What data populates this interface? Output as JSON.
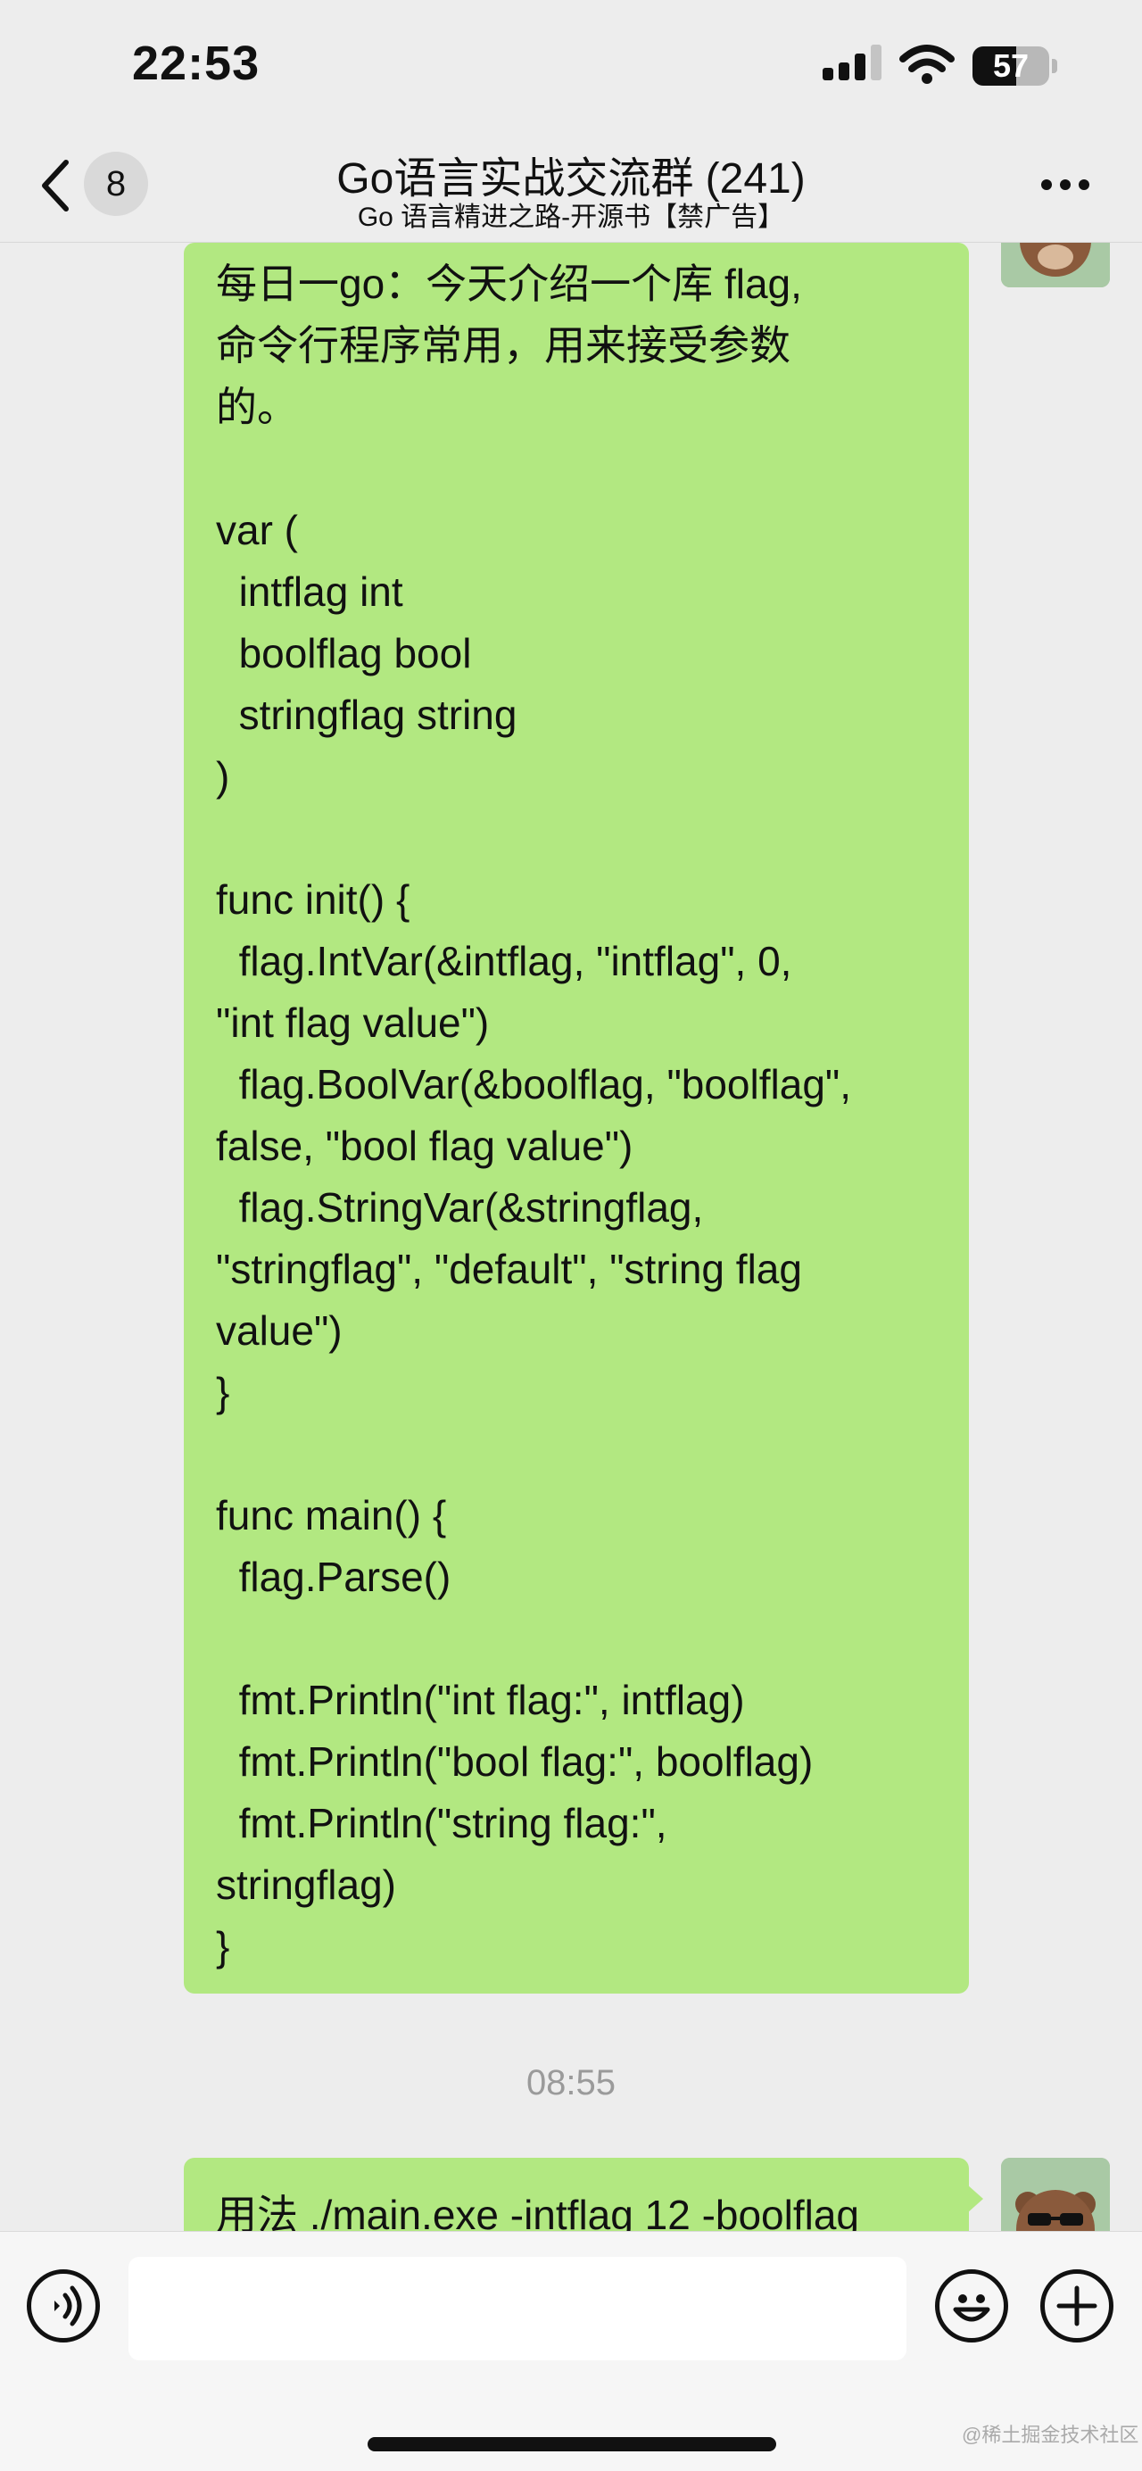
{
  "status_bar": {
    "time": "22:53",
    "battery_level": "57",
    "battery_fraction": 0.57,
    "icons": [
      "cellular-signal-icon",
      "wifi-icon",
      "battery-icon"
    ]
  },
  "nav": {
    "back_icon": "chevron-left-icon",
    "unread_count": "8",
    "title": "Go语言实战交流群 (241)",
    "subtitle": "Go 语言精进之路-开源书【禁广告】",
    "more_icon": "more-dots-icon"
  },
  "messages": [
    {
      "text": "每日一go：今天介绍一个库 flag,\n命令行程序常用，用来接受参数\n的。\n\nvar (\n  intflag int\n  boolflag bool\n  stringflag string\n)\n\nfunc init() {\n  flag.IntVar(&intflag, \"intflag\", 0,\n\"int flag value\")\n  flag.BoolVar(&boolflag, \"boolflag\",\nfalse, \"bool flag value\")\n  flag.StringVar(&stringflag,\n\"stringflag\", \"default\", \"string flag\nvalue\")\n}\n\nfunc main() {\n  flag.Parse()\n\n  fmt.Println(\"int flag:\", intflag)\n  fmt.Println(\"bool flag:\", boolflag)\n  fmt.Println(\"string flag:\",\nstringflag)\n}"
    },
    {
      "timestamp": "08:55"
    },
    {
      "text": "用法 ./main.exe -intflag 12 -boolflag"
    }
  ],
  "input_bar": {
    "voice_icon": "voice-icon",
    "message_value": "",
    "emoji_icon": "emoji-icon",
    "plus_icon": "plus-icon",
    "watermark": "@稀土掘金技术社区"
  },
  "colors": {
    "bubble": "#b2e881",
    "background": "#ededed",
    "input_bar": "#f6f6f6"
  }
}
